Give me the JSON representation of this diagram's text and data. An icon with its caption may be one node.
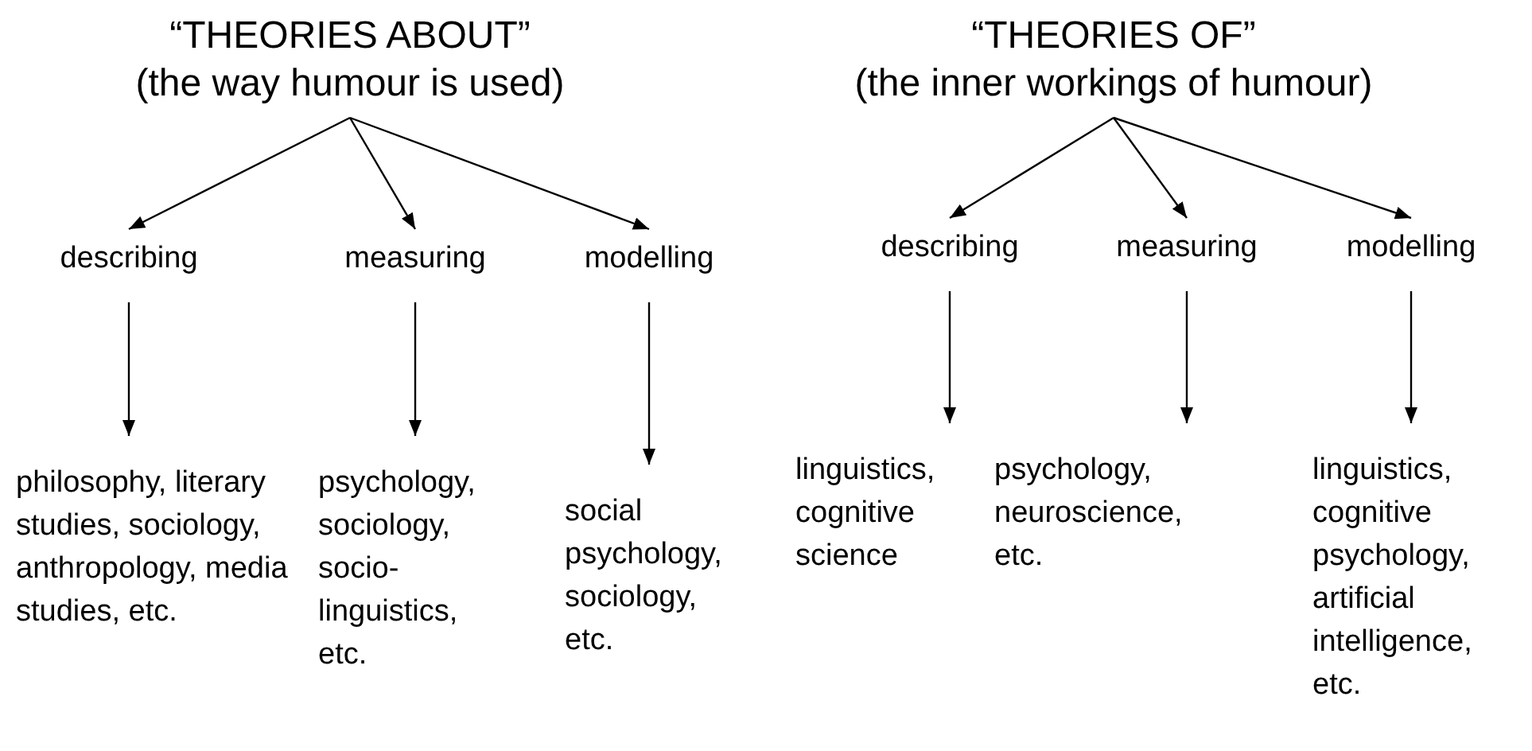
{
  "diagram": {
    "nodes": [
      {
        "text": [
          "“THEORIES ABOUT”",
          "(the way humour is used)"
        ]
      },
      {
        "text": [
          "“THEORIES OF”",
          "(the inner workings of humour)"
        ]
      },
      {
        "text": [
          "describing"
        ]
      },
      {
        "text": [
          "measuring"
        ]
      },
      {
        "text": [
          "modelling"
        ]
      },
      {
        "text": [
          "describing"
        ]
      },
      {
        "text": [
          "measuring"
        ]
      },
      {
        "text": [
          "modelling"
        ]
      },
      {
        "text": [
          "philosophy, literary studies, sociology, anthropology, media studies, etc."
        ]
      },
      {
        "text": [
          "psychology, sociology, socio- linguistics, etc."
        ]
      },
      {
        "text": [
          "social psychology, sociology, etc."
        ]
      },
      {
        "text": [
          "linguistics, cognitive science"
        ]
      },
      {
        "text": [
          "psychology, neuroscience, etc."
        ]
      },
      {
        "text": [
          "linguistics, cognitive psychology, artificial intelligence, etc."
        ]
      }
    ],
    "edges": [
      {
        "from": 0,
        "to": 2,
        "arrow": "to"
      },
      {
        "from": 0,
        "to": 3,
        "arrow": "to"
      },
      {
        "from": 0,
        "to": 4,
        "arrow": "to"
      },
      {
        "from": 1,
        "to": 5,
        "arrow": "to"
      },
      {
        "from": 1,
        "to": 6,
        "arrow": "to"
      },
      {
        "from": 1,
        "to": 7,
        "arrow": "to"
      },
      {
        "from": 2,
        "to": 8,
        "arrow": "to"
      },
      {
        "from": 3,
        "to": 9,
        "arrow": "to"
      },
      {
        "from": 4,
        "to": 10,
        "arrow": "to"
      },
      {
        "from": 5,
        "to": 11,
        "arrow": "to"
      },
      {
        "from": 6,
        "to": 12,
        "arrow": "to"
      },
      {
        "from": 7,
        "to": 13,
        "arrow": "to"
      }
    ]
  }
}
